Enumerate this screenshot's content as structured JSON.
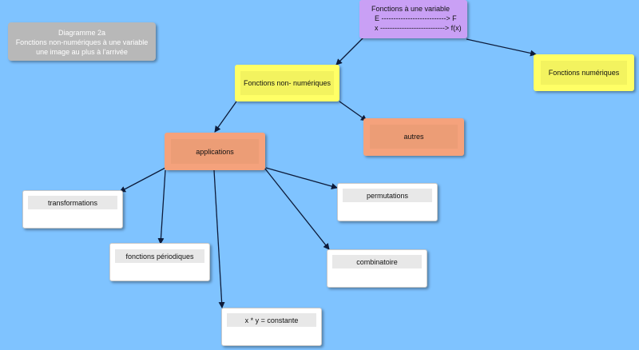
{
  "diagram": {
    "title_box": {
      "line1": "Diagramme 2a",
      "line2": "Fonctions non-numériques à une variable",
      "line3": "une image au plus à l'arrivée"
    },
    "nodes": {
      "root": {
        "line1": "Fonctions à une variable",
        "line2": "E ---------------------------> F",
        "line3": "x ---------------------------> f(x)"
      },
      "numeric": "Fonctions numériques",
      "non_numeric": "Fonctions non- numériques",
      "autres": "autres",
      "applications": "applications",
      "transformations": "transformations",
      "fonctions_periodiques": "fonctions périodiques",
      "xy_constante": "x * y = constante",
      "combinatoire": "combinatoire",
      "permutations": "permutations"
    },
    "colors": {
      "background": "#7fc3ff",
      "root": "#c9a0f5",
      "yellow": "#ffff66",
      "orange": "#f5a27c",
      "white": "#ffffff",
      "title_box": "#b8b8b8"
    }
  }
}
